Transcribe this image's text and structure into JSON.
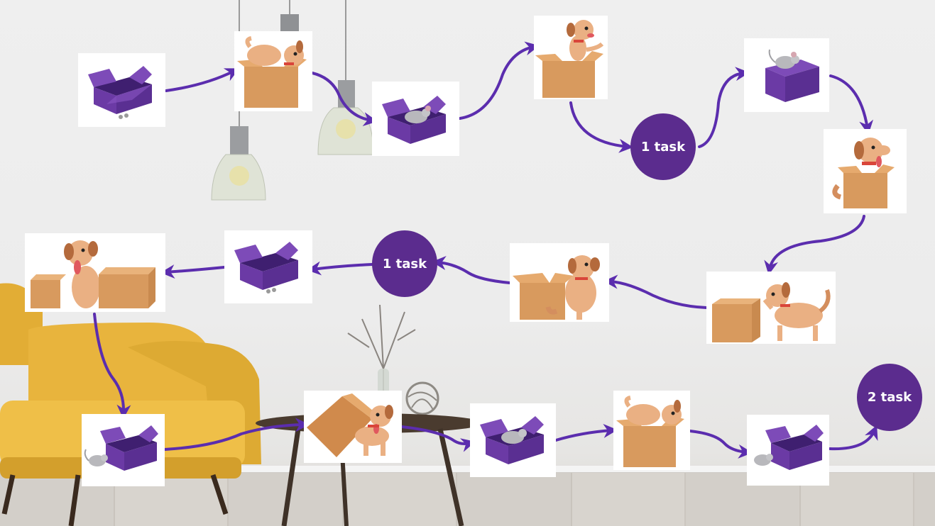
{
  "colors": {
    "path": "#5b2dae",
    "node": "#5b2c8e",
    "node_text": "#ffffff",
    "box_purple": "#6b3aa5",
    "box_cardboard": "#d89a5e",
    "dog": "#eab083"
  },
  "tasks": [
    {
      "label": "1 task"
    },
    {
      "label": "1 task"
    },
    {
      "label": "2 task"
    }
  ],
  "cards": [
    {
      "scene": "purple-box-open-empty"
    },
    {
      "scene": "dog-rolling-in-cardboard-box"
    },
    {
      "scene": "mouse-inside-purple-box"
    },
    {
      "scene": "dog-in-cardboard-box"
    },
    {
      "scene": "mouse-on-purple-box"
    },
    {
      "scene": "dog-in-cardboard-box"
    },
    {
      "scene": "dog-beside-cardboard-box"
    },
    {
      "scene": "dog-behind-cardboard-box"
    },
    {
      "scene": "purple-box-open-empty"
    },
    {
      "scene": "dog-between-two-boxes"
    },
    {
      "scene": "mouse-beside-purple-box"
    },
    {
      "scene": "dog-pushing-cardboard-box"
    },
    {
      "scene": "mouse-inside-purple-box"
    },
    {
      "scene": "dog-rolling-in-cardboard-box"
    },
    {
      "scene": "mouse-beside-purple-box"
    }
  ]
}
